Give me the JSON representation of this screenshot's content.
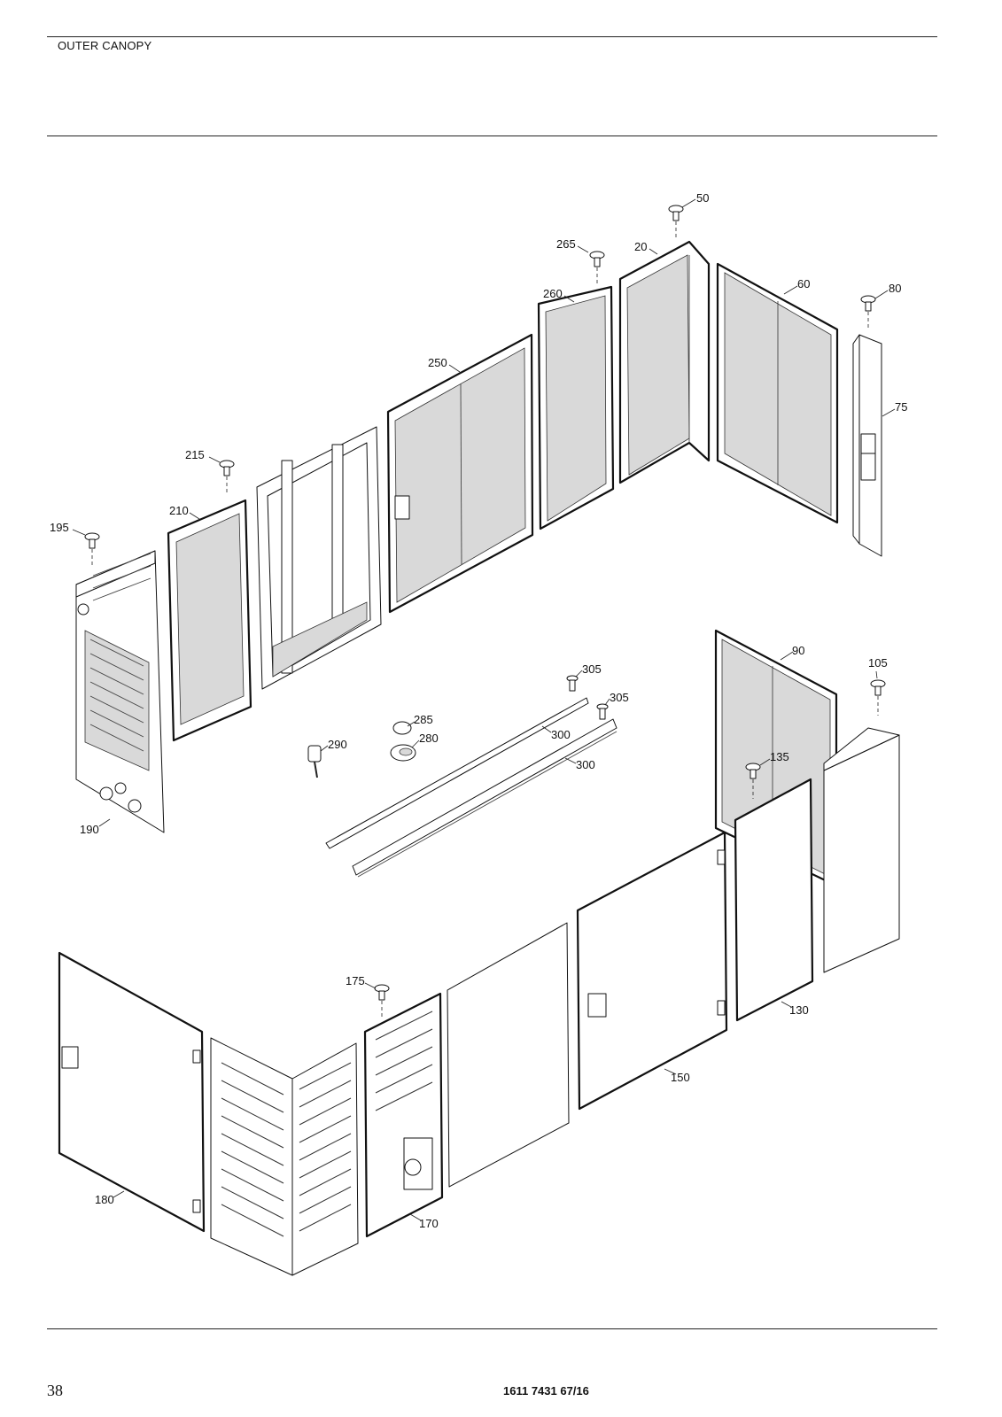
{
  "header": {
    "section_title": "OUTER CANOPY"
  },
  "footer": {
    "page_number": "38",
    "document_number": "1611 7431 67/16"
  },
  "callouts": {
    "c20": "20",
    "c50": "50",
    "c60": "60",
    "c75": "75",
    "c80": "80",
    "c90": "90",
    "c105": "105",
    "c130": "130",
    "c135": "135",
    "c150": "150",
    "c170": "170",
    "c175": "175",
    "c180": "180",
    "c190": "190",
    "c195": "195",
    "c210": "210",
    "c215": "215",
    "c250": "250",
    "c260": "260",
    "c265": "265",
    "c280": "280",
    "c285": "285",
    "c290": "290",
    "c300a": "300",
    "c300b": "300",
    "c305a": "305",
    "c305b": "305"
  }
}
